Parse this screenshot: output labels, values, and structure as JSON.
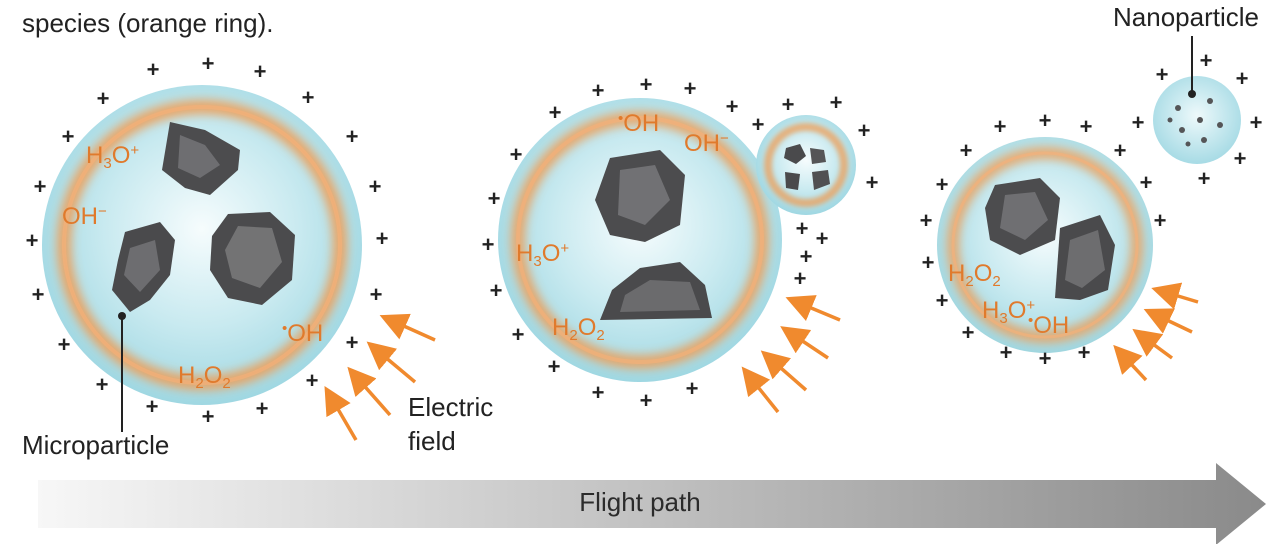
{
  "caption": {
    "partial_line": "species (orange ring)."
  },
  "labels": {
    "microparticle": "Microparticle",
    "electric_field_line1": "Electric",
    "electric_field_line2": "field",
    "nanoparticle": "Nanoparticle",
    "flight_path": "Flight path"
  },
  "species": {
    "h3o": {
      "base": "H",
      "sub": "3",
      "mid": "O",
      "sup": "+"
    },
    "oh_minus": {
      "base": "OH",
      "sup": "−"
    },
    "oh_radical": {
      "dot": "•",
      "base": "OH"
    },
    "h2o2": {
      "a": "H",
      "sub1": "2",
      "b": "O",
      "sub2": "2"
    }
  },
  "colors": {
    "droplet_core": "#f4fbfc",
    "droplet_edge": "#a9dde6",
    "ring": "#f39a4e",
    "species_text": "#e07a2c",
    "arrow_field": "#f08a2e",
    "particle_dark": "#4a4a4c",
    "particle_light": "#8a8a8c",
    "flight_arrow_start": "#f3f3f3",
    "flight_arrow_end": "#8c8c8c"
  },
  "symbols": {
    "charge": "+"
  }
}
